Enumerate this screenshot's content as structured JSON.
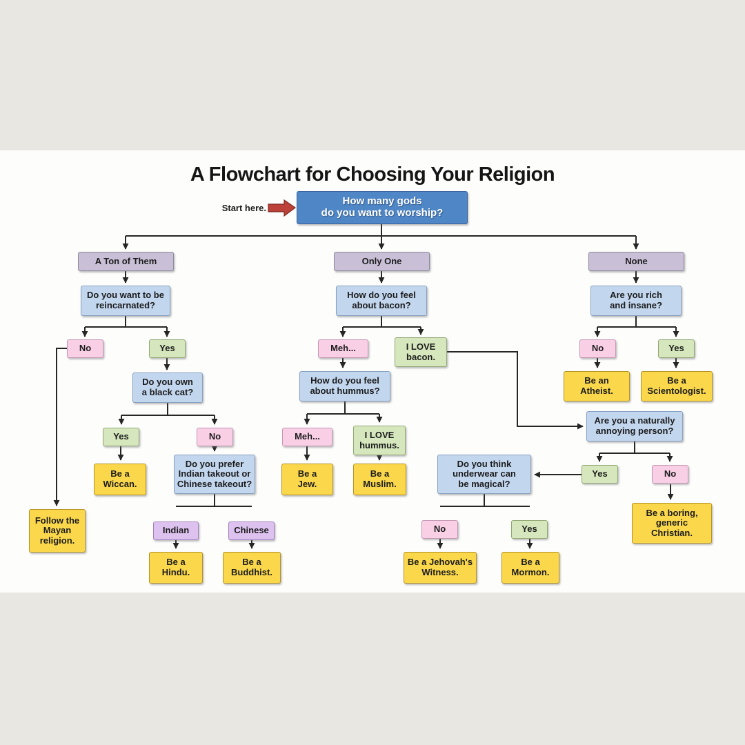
{
  "title": "A Flowchart for Choosing Your Religion",
  "start_here_label": "Start here.",
  "colors": {
    "page_band": "#e9e7e2",
    "canvas": "#fdfdfc",
    "start_fill": "#4e86c6",
    "category_fill": "#c9bfd7",
    "question_fill": "#c2d6ee",
    "yes_fill": "#d6e7bd",
    "no_fill": "#f9cfe6",
    "outcome_fill": "#fbd84b",
    "choice_fill": "#ddc2ef",
    "line": "#262626",
    "start_arrow": "#bc4138"
  },
  "nodes": {
    "start": {
      "label": "How many gods\ndo you want to worship?",
      "kind": "start"
    },
    "ton": {
      "label": "A Ton of Them",
      "kind": "category"
    },
    "one": {
      "label": "Only One",
      "kind": "category"
    },
    "none": {
      "label": "None",
      "kind": "category"
    },
    "reincarnated": {
      "label": "Do you want to be\nreincarnated?",
      "kind": "question"
    },
    "bacon": {
      "label": "How do you feel\nabout bacon?",
      "kind": "question"
    },
    "rich_insane": {
      "label": "Are you rich\nand insane?",
      "kind": "question"
    },
    "no_reincarnated": {
      "label": "No",
      "kind": "no"
    },
    "yes_reincarnated": {
      "label": "Yes",
      "kind": "yes"
    },
    "meh_bacon": {
      "label": "Meh...",
      "kind": "no"
    },
    "love_bacon": {
      "label": "I LOVE\nbacon.",
      "kind": "yes"
    },
    "no_rich": {
      "label": "No",
      "kind": "no"
    },
    "yes_rich": {
      "label": "Yes",
      "kind": "yes"
    },
    "black_cat": {
      "label": "Do you own\na black cat?",
      "kind": "question"
    },
    "hummus": {
      "label": "How do you feel\nabout hummus?",
      "kind": "question"
    },
    "atheist": {
      "label": "Be an\nAtheist.",
      "kind": "outcome"
    },
    "scientologist": {
      "label": "Be a\nScientologist.",
      "kind": "outcome"
    },
    "annoying": {
      "label": "Are you a naturally\nannoying person?",
      "kind": "question"
    },
    "yes_cat": {
      "label": "Yes",
      "kind": "yes"
    },
    "no_cat": {
      "label": "No",
      "kind": "no"
    },
    "meh_hummus": {
      "label": "Meh...",
      "kind": "no"
    },
    "love_hummus": {
      "label": "I LOVE\nhummus.",
      "kind": "yes"
    },
    "yes_annoying": {
      "label": "Yes",
      "kind": "yes"
    },
    "no_annoying": {
      "label": "No",
      "kind": "no"
    },
    "wiccan": {
      "label": "Be a\nWiccan.",
      "kind": "outcome"
    },
    "takeout": {
      "label": "Do you prefer\nIndian takeout or\nChinese takeout?",
      "kind": "question"
    },
    "jew": {
      "label": "Be a\nJew.",
      "kind": "outcome"
    },
    "muslim": {
      "label": "Be a\nMuslim.",
      "kind": "outcome"
    },
    "underwear": {
      "label": "Do you think\nunderwear can\nbe magical?",
      "kind": "question"
    },
    "christian": {
      "label": "Be a boring,\ngeneric\nChristian.",
      "kind": "outcome"
    },
    "mayan": {
      "label": "Follow the\nMayan\nreligion.",
      "kind": "outcome"
    },
    "indian": {
      "label": "Indian",
      "kind": "choice"
    },
    "chinese": {
      "label": "Chinese",
      "kind": "choice"
    },
    "no_underwear": {
      "label": "No",
      "kind": "no"
    },
    "yes_underwear": {
      "label": "Yes",
      "kind": "yes"
    },
    "hindu": {
      "label": "Be a\nHindu.",
      "kind": "outcome"
    },
    "buddhist": {
      "label": "Be a\nBuddhist.",
      "kind": "outcome"
    },
    "jehovah": {
      "label": "Be a Jehovah's\nWitness.",
      "kind": "outcome"
    },
    "mormon": {
      "label": "Be a\nMormon.",
      "kind": "outcome"
    }
  },
  "edges": [
    {
      "from": "start",
      "to": "ton"
    },
    {
      "from": "start",
      "to": "one"
    },
    {
      "from": "start",
      "to": "none"
    },
    {
      "from": "ton",
      "to": "reincarnated"
    },
    {
      "from": "one",
      "to": "bacon"
    },
    {
      "from": "none",
      "to": "rich_insane"
    },
    {
      "from": "reincarnated",
      "to": "no_reincarnated"
    },
    {
      "from": "reincarnated",
      "to": "yes_reincarnated"
    },
    {
      "from": "bacon",
      "to": "meh_bacon"
    },
    {
      "from": "bacon",
      "to": "love_bacon"
    },
    {
      "from": "rich_insane",
      "to": "no_rich"
    },
    {
      "from": "rich_insane",
      "to": "yes_rich"
    },
    {
      "from": "no_reincarnated",
      "to": "mayan"
    },
    {
      "from": "yes_reincarnated",
      "to": "black_cat"
    },
    {
      "from": "meh_bacon",
      "to": "hummus"
    },
    {
      "from": "love_bacon",
      "to": "annoying"
    },
    {
      "from": "no_rich",
      "to": "atheist"
    },
    {
      "from": "yes_rich",
      "to": "scientologist"
    },
    {
      "from": "black_cat",
      "to": "yes_cat"
    },
    {
      "from": "black_cat",
      "to": "no_cat"
    },
    {
      "from": "hummus",
      "to": "meh_hummus"
    },
    {
      "from": "hummus",
      "to": "love_hummus"
    },
    {
      "from": "annoying",
      "to": "yes_annoying"
    },
    {
      "from": "annoying",
      "to": "no_annoying"
    },
    {
      "from": "yes_cat",
      "to": "wiccan"
    },
    {
      "from": "no_cat",
      "to": "takeout"
    },
    {
      "from": "meh_hummus",
      "to": "jew"
    },
    {
      "from": "love_hummus",
      "to": "muslim"
    },
    {
      "from": "yes_annoying",
      "to": "underwear"
    },
    {
      "from": "no_annoying",
      "to": "christian"
    },
    {
      "from": "takeout",
      "to": "indian"
    },
    {
      "from": "takeout",
      "to": "chinese"
    },
    {
      "from": "underwear",
      "to": "no_underwear"
    },
    {
      "from": "underwear",
      "to": "yes_underwear"
    },
    {
      "from": "indian",
      "to": "hindu"
    },
    {
      "from": "chinese",
      "to": "buddhist"
    },
    {
      "from": "no_underwear",
      "to": "jehovah"
    },
    {
      "from": "yes_underwear",
      "to": "mormon"
    }
  ]
}
